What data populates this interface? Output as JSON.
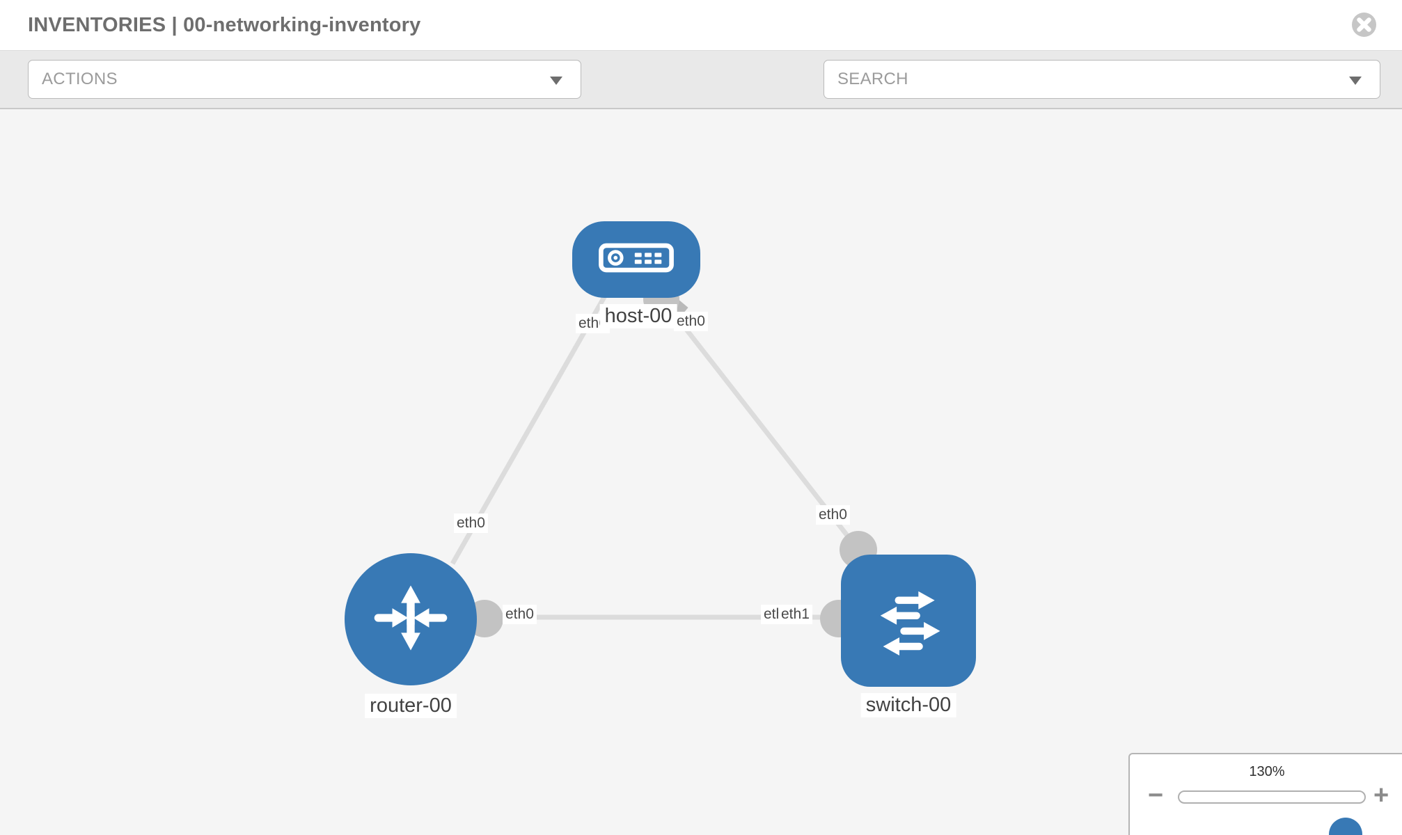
{
  "header": {
    "title": "INVENTORIES | 00-networking-inventory"
  },
  "toolbar": {
    "actions": {
      "label": "ACTIONS"
    },
    "tools": [
      {
        "icon": "wrench-icon"
      },
      {
        "icon": "key-icon"
      }
    ],
    "search": {
      "label": "SEARCH"
    }
  },
  "topology": {
    "nodes": [
      {
        "id": "host-00",
        "type": "host",
        "label": "host-00"
      },
      {
        "id": "router-00",
        "type": "router",
        "label": "router-00"
      },
      {
        "id": "switch-00",
        "type": "switch",
        "label": "switch-00"
      }
    ],
    "links": [
      {
        "from": "router-00",
        "to": "host-00",
        "from_interface": "eth0",
        "to_interface": "eth0"
      },
      {
        "from": "host-00",
        "to": "switch-00",
        "from_interface": "eth0",
        "to_interface": "eth0"
      },
      {
        "from": "router-00",
        "to": "switch-00",
        "from_interface": "eth0",
        "to_interface": "eth1"
      }
    ],
    "labels": {
      "host": "host-00",
      "router": "router-00",
      "switch": "switch-00",
      "host_left": "eth0",
      "host_right": "eth0",
      "router_upper": "eth0",
      "router_right": "eth0",
      "switch_top": "eth0",
      "switch_left_under": "eth0",
      "switch_left": "eth1"
    }
  },
  "zoom": {
    "level": "130%",
    "minus": "−",
    "plus": "+"
  },
  "colors": {
    "node_blue": "#3879b5",
    "link_gray": "#dcdcdc",
    "connector_gray": "#c3c3c3",
    "canvas_bg": "#f5f5f5",
    "toolbar_bg": "#e9e9e9"
  }
}
